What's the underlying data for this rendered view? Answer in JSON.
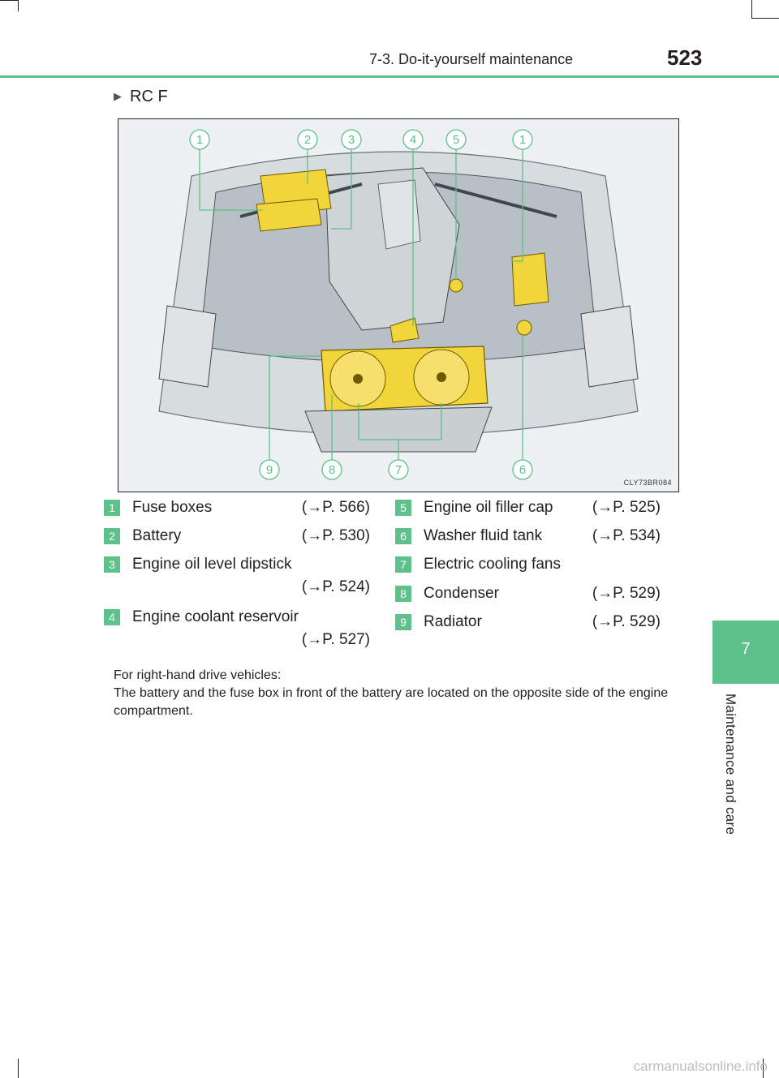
{
  "header": {
    "section": "7-3. Do-it-yourself maintenance",
    "page_number": "523"
  },
  "side_tab": {
    "chapter_number": "7",
    "chapter_title": "Maintenance and care"
  },
  "subtitle": "RC F",
  "figure": {
    "code": "CLY73BR084",
    "callouts_top": [
      "1",
      "2",
      "3",
      "4",
      "5",
      "1"
    ],
    "callouts_bottom": [
      "9",
      "8",
      "7",
      "6"
    ]
  },
  "legend": [
    {
      "num": "1",
      "label": "Fuse boxes",
      "ref": "(→P. 566)"
    },
    {
      "num": "2",
      "label": "Battery",
      "ref": "(→P. 530)"
    },
    {
      "num": "3",
      "label": "Engine oil level dipstick",
      "ref": "(→P. 524)"
    },
    {
      "num": "4",
      "label": "Engine coolant reservoir",
      "ref": "(→P. 527)"
    },
    {
      "num": "5",
      "label": "Engine oil filler cap",
      "ref": "(→P. 525)"
    },
    {
      "num": "6",
      "label": "Washer fluid tank",
      "ref": "(→P. 534)"
    },
    {
      "num": "7",
      "label": "Electric cooling fans",
      "ref": ""
    },
    {
      "num": "8",
      "label": "Condenser",
      "ref": "(→P. 529)"
    },
    {
      "num": "9",
      "label": "Radiator",
      "ref": "(→P. 529)"
    }
  ],
  "note": {
    "line1": "For right-hand drive vehicles:",
    "line2": "The battery and the fuse box in front of the battery are located on the opposite side of the engine compartment."
  },
  "footer": "carmanualsonline.info",
  "colors": {
    "accent": "#5ec08a",
    "highlight": "#f2d43b"
  }
}
